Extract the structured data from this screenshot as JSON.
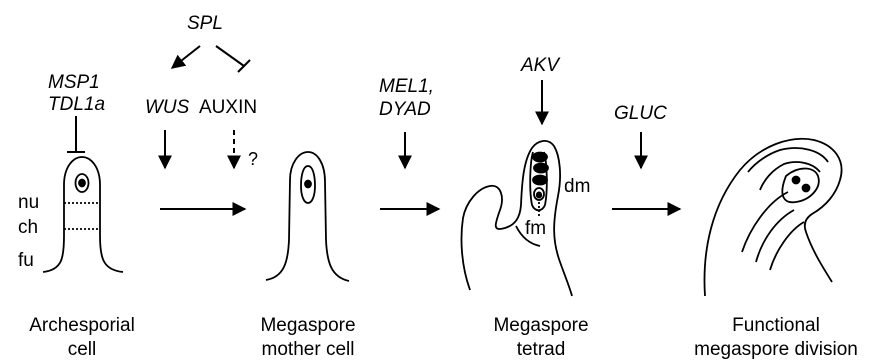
{
  "regulators": {
    "spl": "SPL",
    "msp1": "MSP1",
    "tdl1a": "TDL1a",
    "wus": "WUS",
    "auxin": "AUXIN",
    "question": "?",
    "mel1": "MEL1,",
    "dyad": "DYAD",
    "akv": "AKV",
    "gluc": "GLUC"
  },
  "tissue_labels": {
    "nu": "nu",
    "ch": "ch",
    "fu": "fu",
    "dm": "dm",
    "fm": "fm"
  },
  "stages": [
    {
      "line1": "Archesporial",
      "line2": "cell"
    },
    {
      "line1": "Megaspore",
      "line2": "mother cell"
    },
    {
      "line1": "Megaspore",
      "line2": "tetrad"
    },
    {
      "line1": "Functional",
      "line2": "megaspore division"
    }
  ]
}
